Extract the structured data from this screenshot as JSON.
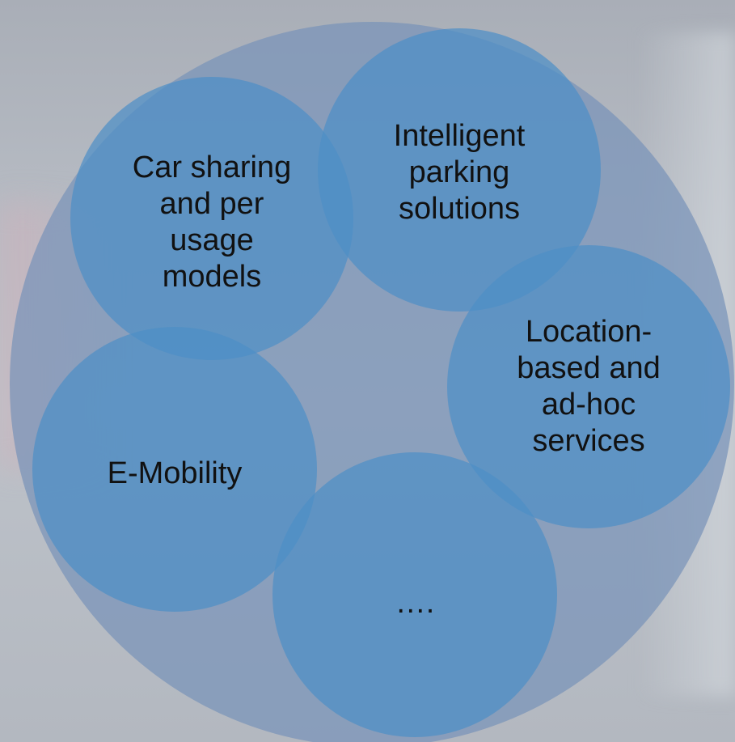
{
  "diagram": {
    "bubbles": [
      {
        "id": "car-sharing",
        "label": "Car sharing\nand per\nusage\nmodels"
      },
      {
        "id": "intelligent-parking",
        "label": "Intelligent\nparking\nsolutions"
      },
      {
        "id": "location-based",
        "label": "Location-\nbased  and\nad-hoc\nservices"
      },
      {
        "id": "e-mobility",
        "label": "E-Mobility"
      },
      {
        "id": "more",
        "label": "…."
      }
    ],
    "colors": {
      "outer_circle": "#7893b8",
      "bubble_fill": "#4d8fc6",
      "text": "#111111"
    }
  }
}
